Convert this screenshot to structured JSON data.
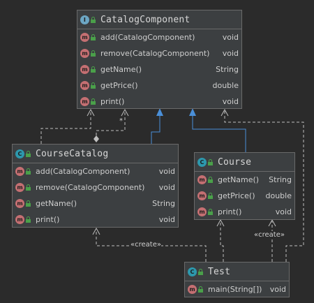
{
  "classes": {
    "catalog_component": {
      "name": "CatalogComponent",
      "kind_badge": "I",
      "members": [
        {
          "name": "add(CatalogComponent)",
          "type": "void"
        },
        {
          "name": "remove(CatalogComponent)",
          "type": "void"
        },
        {
          "name": "getName()",
          "type": "String"
        },
        {
          "name": "getPrice()",
          "type": "double"
        },
        {
          "name": "print()",
          "type": "void"
        }
      ]
    },
    "course_catalog": {
      "name": "CourseCatalog",
      "kind_badge": "C",
      "members": [
        {
          "name": "add(CatalogComponent)",
          "type": "void"
        },
        {
          "name": "remove(CatalogComponent)",
          "type": "void"
        },
        {
          "name": "getName()",
          "type": "String"
        },
        {
          "name": "print()",
          "type": "void"
        }
      ]
    },
    "course": {
      "name": "Course",
      "kind_badge": "C",
      "members": [
        {
          "name": "getName()",
          "type": "String"
        },
        {
          "name": "getPrice()",
          "type": "double"
        },
        {
          "name": "print()",
          "type": "void"
        }
      ]
    },
    "test": {
      "name": "Test",
      "kind_badge": "C",
      "members": [
        {
          "name": "main(String[])",
          "type": "void"
        }
      ]
    }
  },
  "member_badge": "m",
  "edge_labels": {
    "create_left": "«create»",
    "create_right": "«create»",
    "multiplicity": "*"
  },
  "colors": {
    "background": "#2b2b2b",
    "class_fill": "#3c3f41",
    "inheritance_edge": "#4a8fd8",
    "dependency_edge": "#bfbfbf"
  }
}
